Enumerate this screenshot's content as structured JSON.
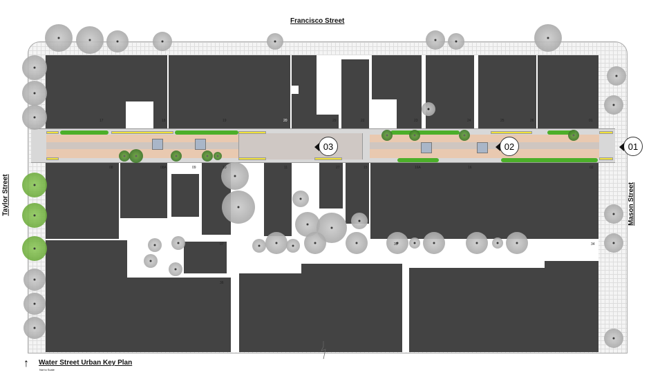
{
  "streets": {
    "north": "Francisco Street",
    "west": "Taylor Street",
    "east": "Mason Street"
  },
  "key_plan": {
    "title": "Water Street Urban Key Plan",
    "subtitle": "Not to Scale"
  },
  "section_markers": [
    "01",
    "02",
    "03"
  ],
  "lots_north": [
    "17",
    "18",
    "19",
    "20",
    "29",
    "22",
    "23",
    "24",
    "25",
    "26",
    "01"
  ],
  "lots_south": [
    "08",
    "08A",
    "09",
    "10",
    "11",
    "27",
    "15",
    "16A",
    "16",
    "02"
  ],
  "lots_rear": [
    "07",
    "36",
    "35",
    "34"
  ]
}
